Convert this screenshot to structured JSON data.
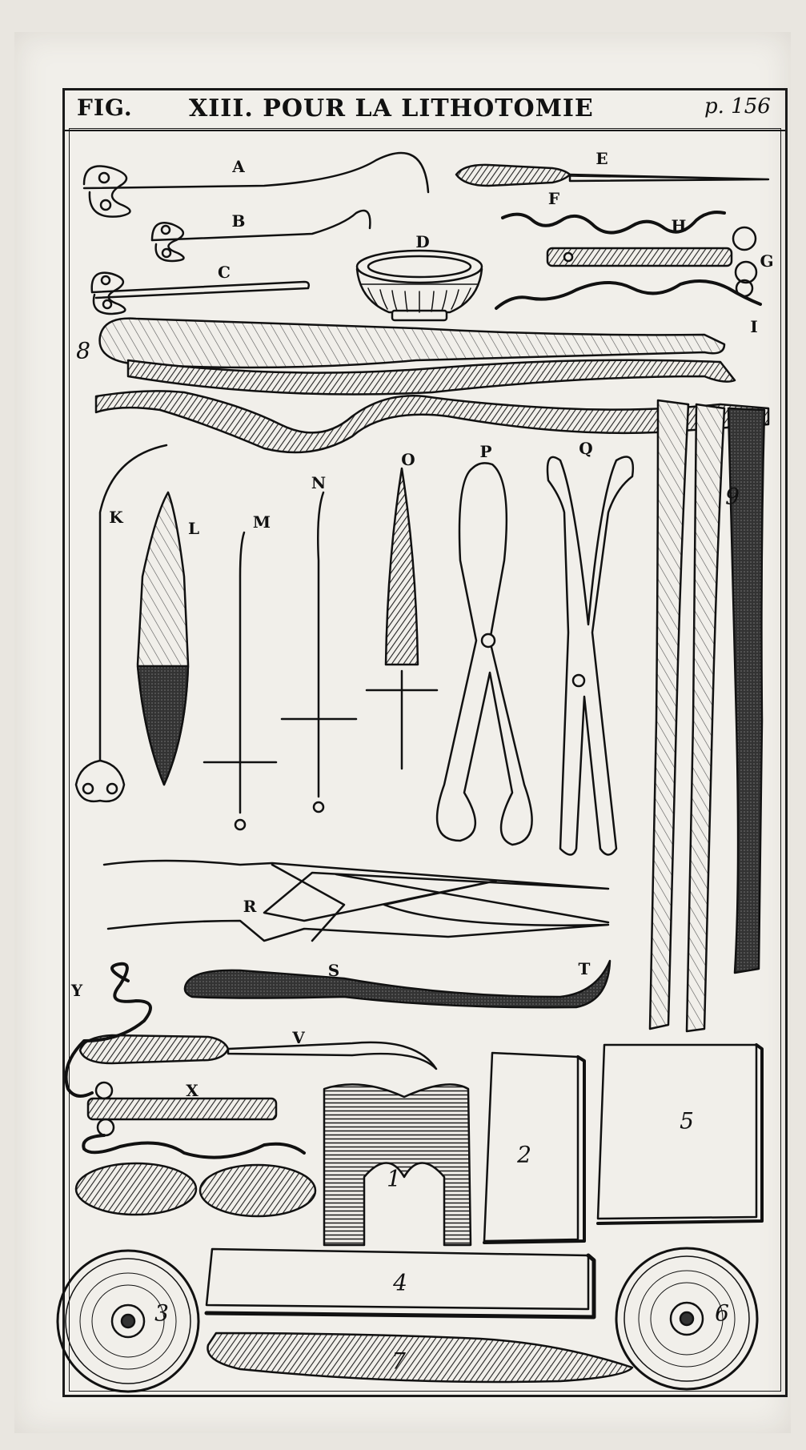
{
  "header": {
    "fig": "FIG.",
    "title": "XIII. POUR LA LITHOTOMIE",
    "page_ref": "p. 156"
  },
  "instrument_labels": {
    "A": "A",
    "B": "B",
    "C": "C",
    "D": "D",
    "E": "E",
    "F": "F",
    "G": "G",
    "H": "H",
    "I": "I",
    "K": "K",
    "L": "L",
    "M": "M",
    "N": "N",
    "O": "O",
    "P": "P",
    "Q": "Q",
    "R": "R",
    "S": "S",
    "T": "T",
    "V": "V",
    "X": "X",
    "Y": "Y"
  },
  "item_numbers": {
    "n1": "1",
    "n2": "2",
    "n3": "3",
    "n4": "4",
    "n5": "5",
    "n6": "6",
    "n7": "7",
    "n8": "8",
    "n9": "9"
  }
}
